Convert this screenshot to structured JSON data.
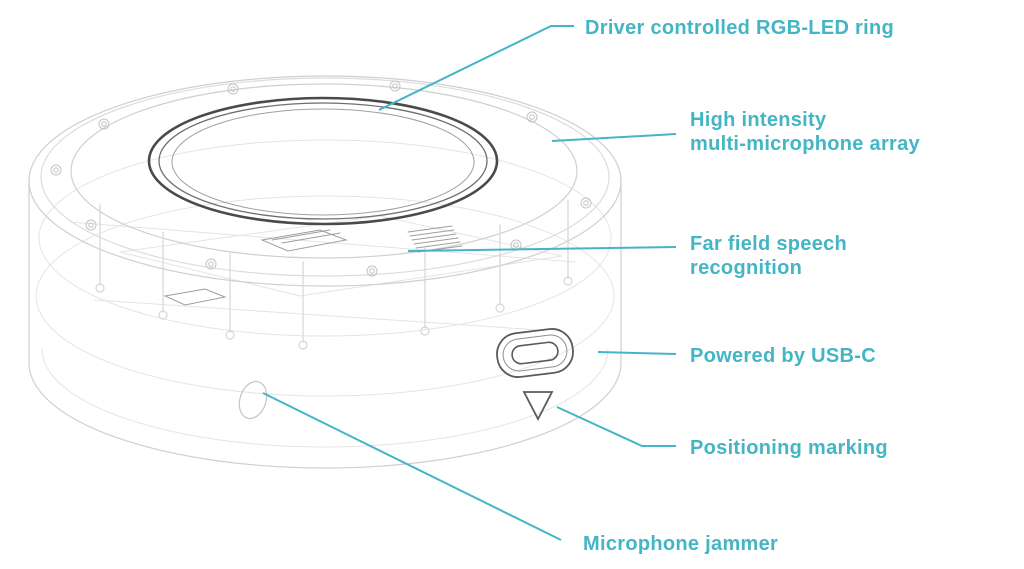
{
  "colors": {
    "accent": "#44b5c4",
    "wireframe_light": "#cfcfcf",
    "wireframe_dark": "#4a4a4a",
    "background": "#ffffff"
  },
  "labels": {
    "led_ring": {
      "text": "Driver controlled RGB-LED ring"
    },
    "mic_array": {
      "line1": "High intensity",
      "line2": "multi-microphone array"
    },
    "far_field": {
      "line1": "Far field speech",
      "line2": "recognition"
    },
    "usb": {
      "text": "Powered by USB-C"
    },
    "positioning": {
      "text": "Positioning marking"
    },
    "jammer": {
      "text": "Microphone jammer"
    }
  }
}
